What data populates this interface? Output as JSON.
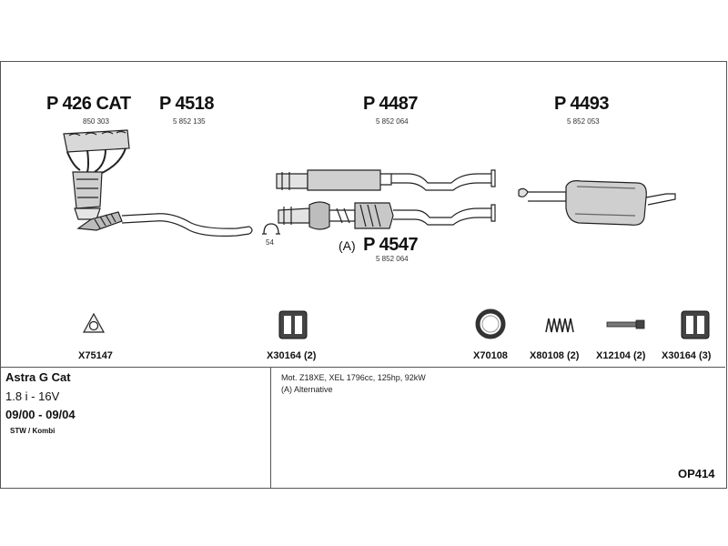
{
  "parts": [
    {
      "number": "P 426 CAT",
      "ref": "850 303"
    },
    {
      "number": "P 4518",
      "ref": "5 852 135"
    },
    {
      "number": "P 4487",
      "ref": "5 852 064"
    },
    {
      "number": "P 4493",
      "ref": "5 852 053"
    },
    {
      "prefix": "(A)",
      "number": "P 4547",
      "ref": "5 852 064"
    }
  ],
  "clamp_label": "54",
  "accessories": [
    {
      "code": "X75147",
      "icon": "gasket-flange-icon"
    },
    {
      "code": "X30164 (2)",
      "icon": "rubber-mount-icon"
    },
    {
      "code": "X70108",
      "icon": "ring-gasket-icon"
    },
    {
      "code": "X80108 (2)",
      "icon": "spring-icon"
    },
    {
      "code": "X12104 (2)",
      "icon": "bolt-icon"
    },
    {
      "code": "X30164 (3)",
      "icon": "rubber-mount-icon"
    }
  ],
  "vehicle": {
    "model": "Astra G Cat",
    "engine": "1.8 i - 16V",
    "years": "09/00 - 09/04",
    "body": "STW / Kombi"
  },
  "notes": [
    "Mot. Z18XE, XEL 1796cc, 125hp, 92kW",
    "(A) Alternative"
  ],
  "diagram_code": "OP414"
}
